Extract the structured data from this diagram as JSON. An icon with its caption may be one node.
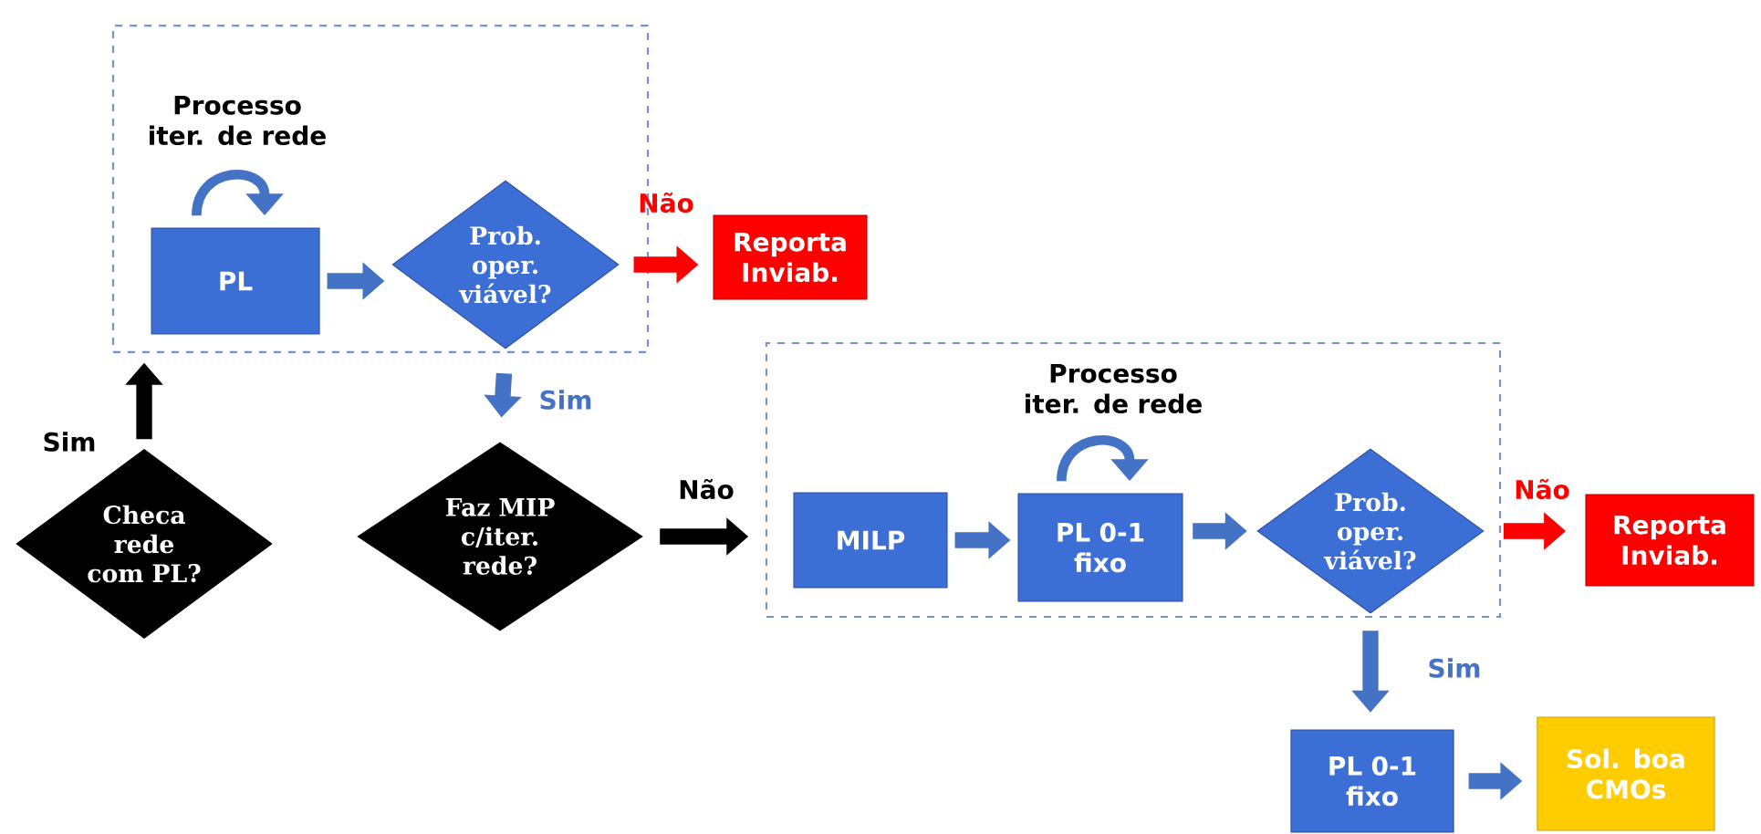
{
  "diagram": {
    "nodes": [
      {
        "text": [],
        "shape": "box"
      },
      {
        "text": [
          "PL"
        ],
        "in": 0
      },
      {
        "text": [
          "Prob. oper. viável?"
        ],
        "in": 0
      },
      {
        "text": [
          "Reporta Inviab."
        ]
      },
      {
        "text": [
          "Checa rede com PL?"
        ]
      },
      {
        "text": [
          "Faz MIP c/iter. rede?"
        ]
      },
      {
        "text": [],
        "shape": "box"
      },
      {
        "text": [
          "MILP"
        ],
        "in": 6
      },
      {
        "text": [
          "PL 0-1 fixo"
        ],
        "in": 6
      },
      {
        "text": [
          "Prob. oper. viável?"
        ],
        "in": 6
      },
      {
        "text": [
          "Reporta Inviab."
        ]
      },
      {
        "text": [
          "PL 0-1 fixo"
        ]
      },
      {
        "text": [
          "Sol. boa CMOs"
        ]
      }
    ],
    "edges": [
      {
        "from": 1,
        "to": 1,
        "arrow": "to",
        "label": "Processo iter. de rede"
      },
      {
        "from": 1,
        "to": 2,
        "arrow": "to"
      },
      {
        "from": 2,
        "to": 3,
        "arrow": "to",
        "label": "Não",
        "color": "#ff0000"
      },
      {
        "from": 2,
        "to": 5,
        "arrow": "to",
        "label": "Sim"
      },
      {
        "from": 4,
        "to": 0,
        "arrow": "to",
        "label": "Sim",
        "color": "#000000"
      },
      {
        "from": 5,
        "to": 6,
        "arrow": "to",
        "label": "Não",
        "color": "#000000"
      },
      {
        "from": 7,
        "to": 8,
        "arrow": "to"
      },
      {
        "from": 8,
        "to": 8,
        "arrow": "to",
        "label": "Processo iter. de rede"
      },
      {
        "from": 8,
        "to": 9,
        "arrow": "to"
      },
      {
        "from": 9,
        "to": 10,
        "arrow": "to",
        "label": "Não",
        "color": "#ff0000"
      },
      {
        "from": 9,
        "to": 11,
        "arrow": "to",
        "label": "Sim"
      },
      {
        "from": 11,
        "to": 12,
        "arrow": "to"
      }
    ]
  }
}
